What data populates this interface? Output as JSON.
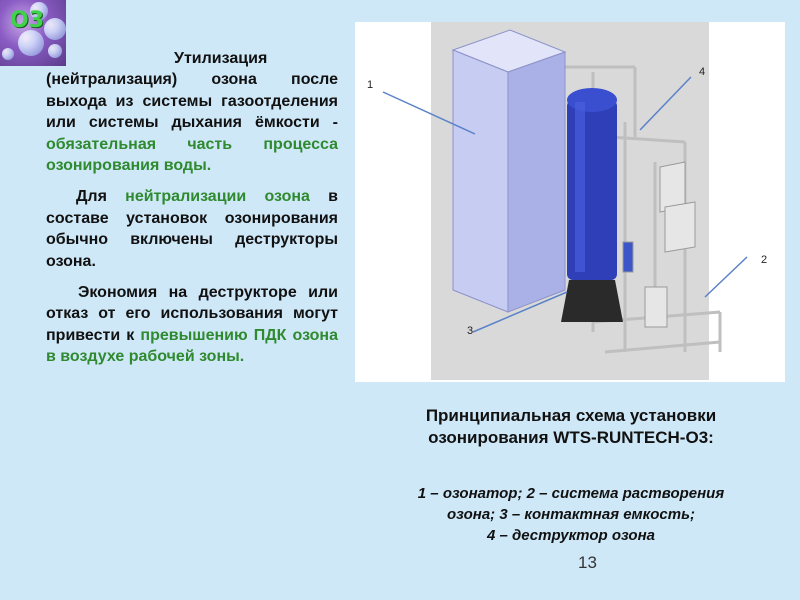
{
  "logo": {
    "text": "O3"
  },
  "left_text": {
    "p1_pre": "Утилизация (нейтрализация) озона после выхода из системы газоотделения или системы дыхания ёмкости - ",
    "p1_green": "обязательная часть процесса озонирования воды.",
    "p2_pre": "Для ",
    "p2_green": "нейтрализации озона",
    "p2_post": " в составе установок озонирования обычно включены деструкторы озона.",
    "p3_pre": "Экономия на деструкторе или отказ от его использования могут привести к ",
    "p3_green": "превышению ПДК озона в воздухе рабочей зоны."
  },
  "diagram": {
    "labels": [
      "1",
      "2",
      "3",
      "4"
    ],
    "colors": {
      "tank": "#2f3fb8",
      "cabinet": "#c6ccf2",
      "frame": "#cfcfcf"
    }
  },
  "caption": {
    "line1": "Принципиальная схема установки",
    "line2": "озонирования WTS-RUNTECH-O3:"
  },
  "legend": {
    "line1": "1 – озонатор; 2 – система растворения",
    "line2": "озона; 3 – контактная емкость;",
    "line3": "4 – деструктор озона"
  },
  "page_number": "13"
}
